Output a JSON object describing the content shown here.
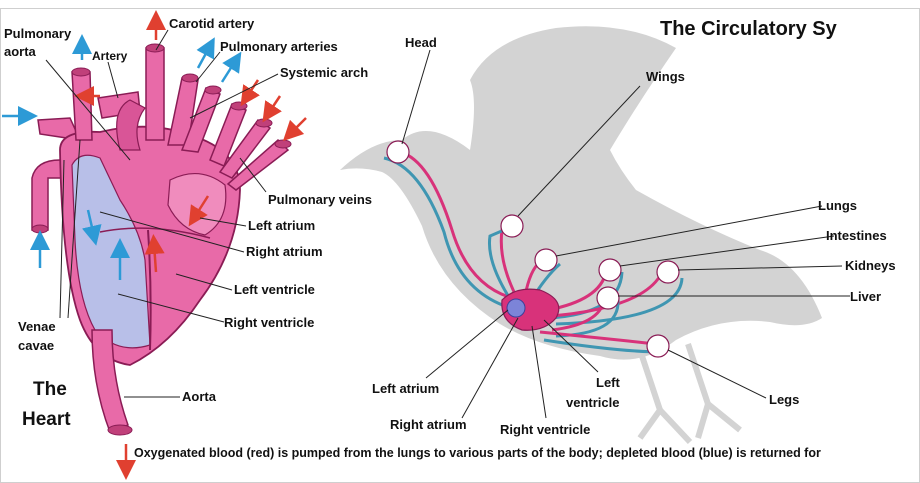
{
  "title": "The Circulatory Sy",
  "heart_panel": {
    "heading_line1": "The",
    "heading_line2": "Heart",
    "labels": {
      "pulmonary_aorta_1": "Pulmonary",
      "pulmonary_aorta_2": "aorta",
      "artery": "Artery",
      "carotid_artery": "Carotid artery",
      "pulmonary_arteries": "Pulmonary arteries",
      "systemic_arch": "Systemic arch",
      "pulmonary_veins": "Pulmonary veins",
      "left_atrium": "Left atrium",
      "right_atrium": "Right atrium",
      "left_ventricle": "Left ventricle",
      "right_ventricle": "Right ventricle",
      "venae_cavae_1": "Venae",
      "venae_cavae_2": "cavae",
      "aorta": "Aorta"
    }
  },
  "bird_panel": {
    "labels": {
      "head": "Head",
      "wings": "Wings",
      "lungs": "Lungs",
      "intestines": "Intestines",
      "kidneys": "Kidneys",
      "liver": "Liver",
      "legs": "Legs",
      "left_atrium": "Left atrium",
      "left_ventricle_1": "Left",
      "left_ventricle_2": "ventricle",
      "right_atrium": "Right atrium",
      "right_ventricle": "Right ventricle"
    }
  },
  "caption": "Oxygenated blood (red) is pumped from the lungs to various parts of the body; depleted blood (blue) is returned for",
  "colors": {
    "oxygenated": "#d8327a",
    "depleted": "#3f96b2",
    "heart_pink": "#e86aa8",
    "heart_blue": "#b8bfe8",
    "arrow_red": "#e04030",
    "arrow_blue": "#2d9ad6",
    "bird_silhouette": "#d3d3d3"
  }
}
